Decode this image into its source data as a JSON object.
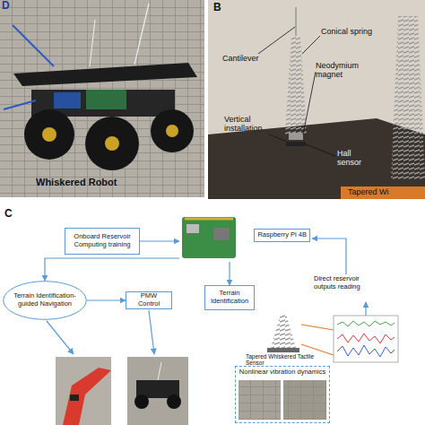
{
  "diagram": {
    "nodes": [
      {
        "text": [
          "Onboard Reservoir Computing training"
        ]
      },
      {
        "text": [
          "Raspberry Pi 4B"
        ]
      },
      {
        "text": [
          "Terrain Identification-guided Navigation"
        ]
      },
      {
        "text": [
          "PMW Control"
        ]
      },
      {
        "text": [
          "Terrain Identification"
        ]
      },
      {
        "text": [
          "Nonlinear vibration dynamics"
        ]
      }
    ],
    "edges": [
      {
        "from": 0,
        "to": 1,
        "arrow": "to"
      },
      {
        "from": 1,
        "to": 2,
        "arrow": "to"
      },
      {
        "from": 2,
        "to": 3,
        "arrow": "to"
      },
      {
        "from": 1,
        "to": 4,
        "arrow": "to"
      }
    ],
    "labels": [
      "D",
      "Whiskered Robot",
      "B",
      "Cantilever",
      "Conical spring",
      "Neodymium magnet",
      "Vertical installation",
      "Hall sensor",
      "Tapered Wi",
      "C",
      "Direct reservoir outputs reading",
      "Tapered Whiskered Tactile Sensor"
    ]
  }
}
